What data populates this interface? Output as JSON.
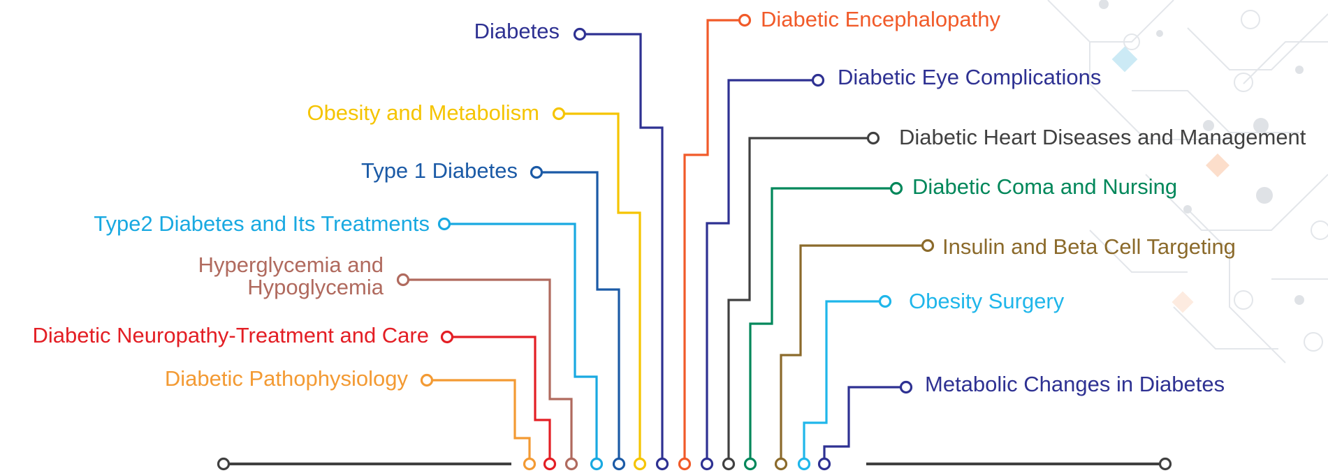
{
  "topics_left": [
    {
      "label": "Diabetes",
      "color": "#2e3192"
    },
    {
      "label": "Obesity and Metabolism",
      "color": "#f5c400"
    },
    {
      "label": "Type 1 Diabetes",
      "color": "#1b5aa6"
    },
    {
      "label": "Type2 Diabetes and Its Treatments",
      "color": "#19a9e1"
    },
    {
      "lines": [
        "Hyperglycemia and",
        "Hypoglycemia"
      ],
      "color": "#b06a5e"
    },
    {
      "label": "Diabetic Neuropathy-Treatment and Care",
      "color": "#e31e24"
    },
    {
      "label": "Diabetic Pathophysiology",
      "color": "#f39a33"
    }
  ],
  "topics_right": [
    {
      "label": "Diabetic Encephalopathy",
      "color": "#f15a29"
    },
    {
      "label": "Diabetic Eye Complications",
      "color": "#2e3192"
    },
    {
      "label": "Diabetic Heart Diseases and Management",
      "color": "#404040"
    },
    {
      "label": "Diabetic Coma and Nursing",
      "color": "#00875a"
    },
    {
      "label": "Insulin and Beta Cell Targeting",
      "color": "#8b6a2b"
    },
    {
      "label": "Obesity Surgery",
      "color": "#1fb6ea"
    },
    {
      "label": "Metabolic Changes in Diabetes",
      "color": "#2e3192"
    }
  ],
  "baseline_color": "#404040"
}
